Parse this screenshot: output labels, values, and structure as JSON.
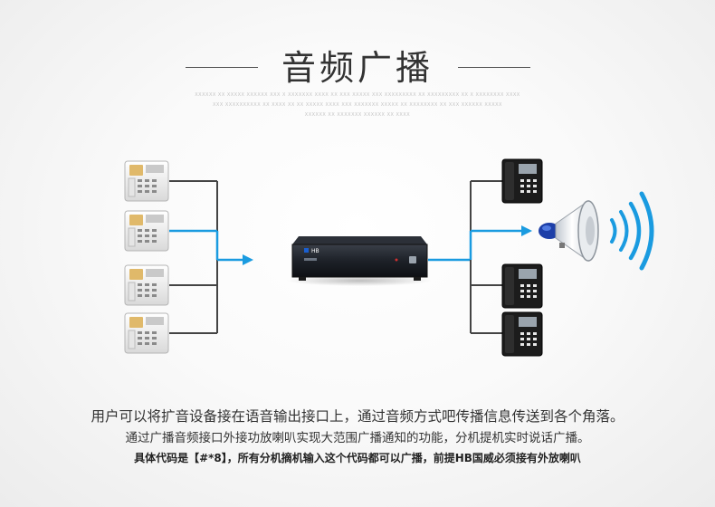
{
  "title": "音频广播",
  "subtitle_en_lines": [
    "XXXXXX XX XXXXX XXXXXX XXX X XXXXXXX XXXX XX XXX XXXXX XXX XXXXXXXXX XX XXXXXXXXX XX X XXXXXXXX XXXX",
    "XXX XXXXXXXXXX XX XXXX XX XX XXXXX XXXX XXX XXXXXXX XXXXX XX XXXXXXXX XX XXX XXXXXX XXXXX",
    "XXXXXX XX XXXXXXX XXXXXX XX XXXX"
  ],
  "device_label": "HB",
  "captions": {
    "line1": "用户可以将扩音设备接在语音输出接口上，通过音频方式吧传播信息传送到各个角落。",
    "line2": "通过广播音频接口外接功放喇叭实现大范围广播通知的功能，分机提机实时说话广播。",
    "line3": "具体代码是【#*8】，所有分机摘机输入这个代码都可以广播，前提HB国威必须接有外放喇叭"
  },
  "colors": {
    "accent": "#1a9be0",
    "line_gray": "#444444",
    "speaker_blue": "#1d3fa8"
  },
  "icons": {
    "left_phones": "desk-phone-white-icon",
    "right_phones": "desk-phone-black-icon",
    "device": "pbx-rack-device-icon",
    "speaker": "horn-speaker-icon",
    "sound_waves": "sound-wave-icon"
  }
}
